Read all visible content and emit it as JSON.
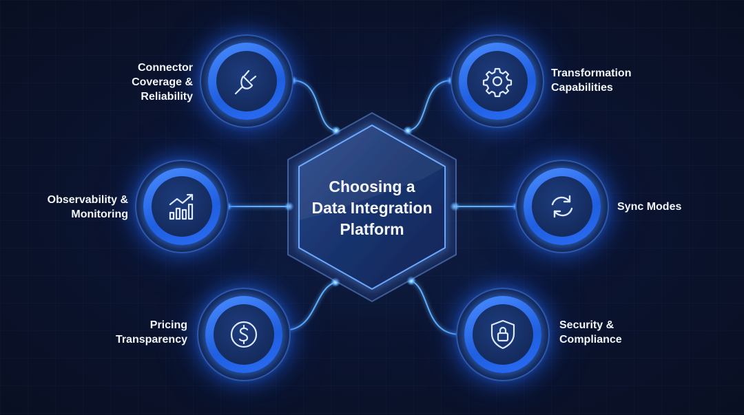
{
  "diagram": {
    "title_lines": [
      "Choosing a",
      "Data Integration",
      "Platform"
    ],
    "colors": {
      "background": "#0a1024",
      "accent": "#3a7dff",
      "glow": "#5aa8ff",
      "text": "#f2f5fb"
    },
    "nodes": [
      {
        "id": "connector",
        "icon": "plug-icon",
        "label_lines": [
          "Connector",
          "Coverage &",
          "Reliability"
        ],
        "side": "left"
      },
      {
        "id": "observability",
        "icon": "chart-trend-icon",
        "label_lines": [
          "Observability &",
          "Monitoring"
        ],
        "side": "left"
      },
      {
        "id": "pricing",
        "icon": "dollar-icon",
        "label_lines": [
          "Pricing",
          "Transparency"
        ],
        "side": "left"
      },
      {
        "id": "transformation",
        "icon": "gear-icon",
        "label_lines": [
          "Transformation",
          "Capabilities"
        ],
        "side": "right"
      },
      {
        "id": "sync",
        "icon": "sync-icon",
        "label_lines": [
          "Sync Modes"
        ],
        "side": "right"
      },
      {
        "id": "security",
        "icon": "shield-lock-icon",
        "label_lines": [
          "Security &",
          "Compliance"
        ],
        "side": "right"
      }
    ]
  }
}
